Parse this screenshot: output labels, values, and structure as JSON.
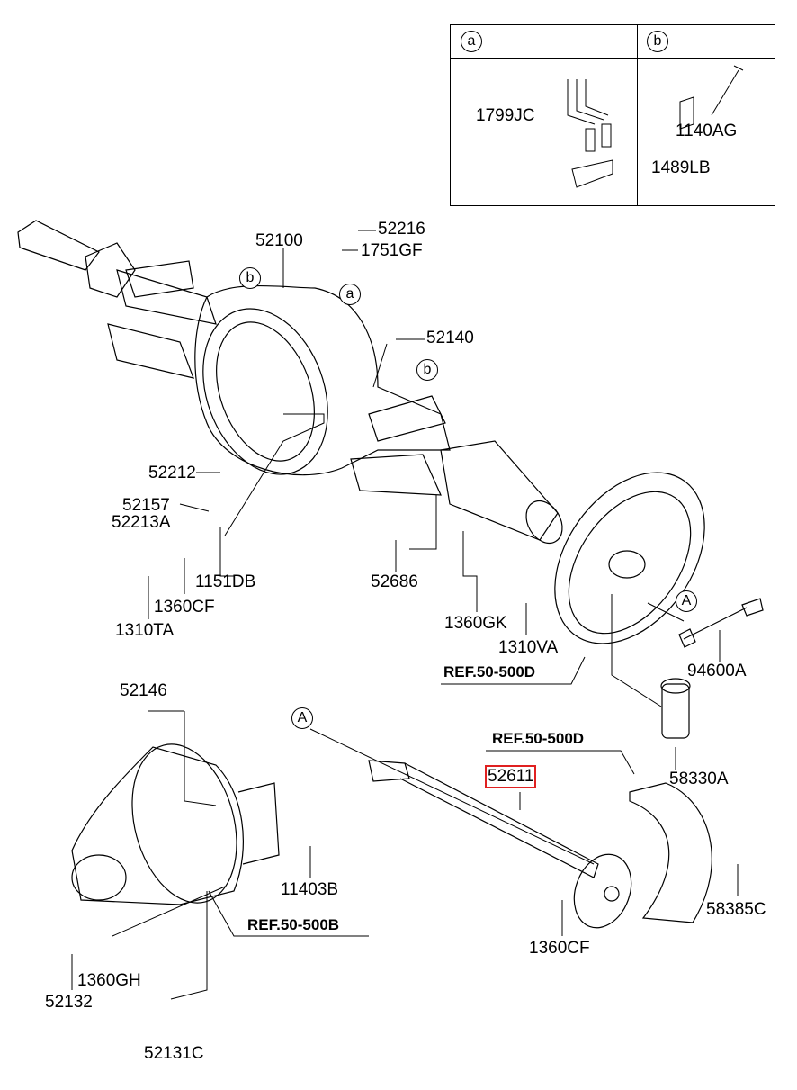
{
  "legend": {
    "a": {
      "key": "a",
      "parts": [
        "1799JC"
      ]
    },
    "b": {
      "key": "b",
      "parts": [
        "1140AG",
        "1489LB"
      ]
    }
  },
  "callouts": [
    "b",
    "a",
    "b",
    "A",
    "A"
  ],
  "labels": {
    "p52216": "52216",
    "p1751GF": "1751GF",
    "p52100": "52100",
    "p52140": "52140",
    "p52212": "52212",
    "p52157": "52157",
    "p52213A": "52213A",
    "p1151DB": "1151DB",
    "p1360CF_top": "1360CF",
    "p1310TA": "1310TA",
    "p52686": "52686",
    "p1360GK": "1360GK",
    "p1310VA": "1310VA",
    "p94600A": "94600A",
    "p52146": "52146",
    "p52611": "52611",
    "p58330A": "58330A",
    "p11403B": "11403B",
    "p58385C": "58385C",
    "p1360CF_bottom": "1360CF",
    "p1360GH": "1360GH",
    "p52132": "52132",
    "p52131C": "52131C"
  },
  "refs": {
    "ref_backing_plate": "REF.50-500D",
    "ref_brake_shoe": "REF.50-500D",
    "ref_carrier": "REF.50-500B"
  },
  "highlight": {
    "part": "52611",
    "color": "#e02020"
  }
}
